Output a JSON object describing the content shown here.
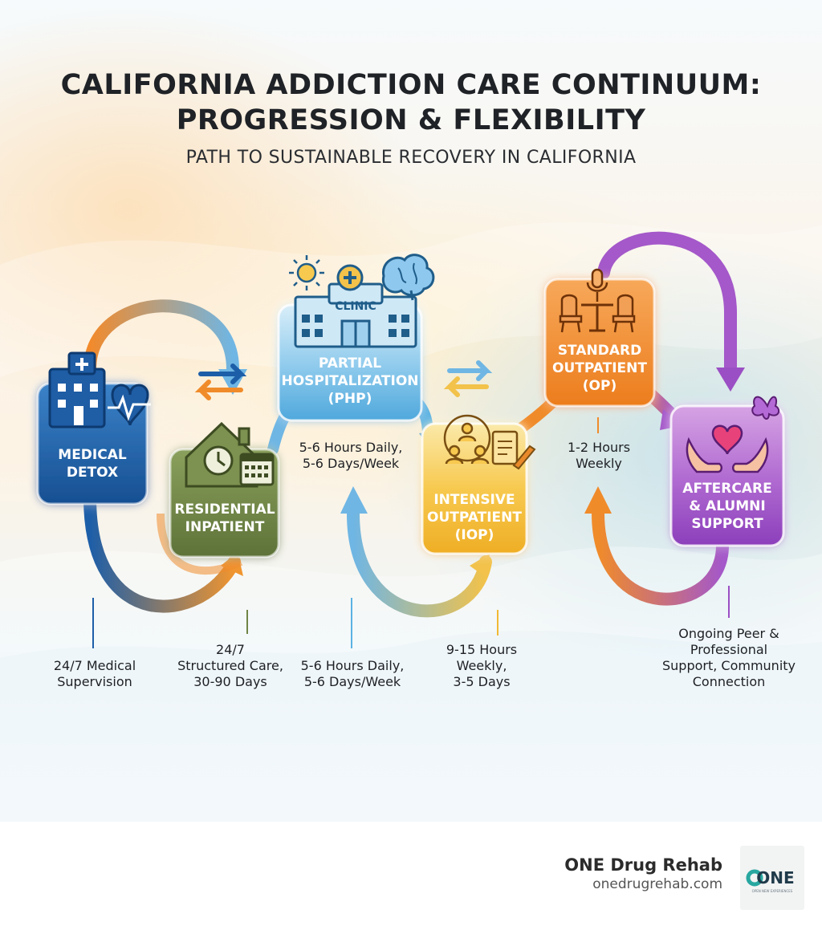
{
  "header": {
    "title_line1": "CALIFORNIA ADDICTION CARE CONTINUUM:",
    "title_line2": "PROGRESSION & FLEXIBILITY",
    "subtitle": "PATH TO SUSTAINABLE RECOVERY IN CALIFORNIA"
  },
  "stages": [
    {
      "id": "detox",
      "lines": [
        "MEDICAL",
        "DETOX"
      ],
      "color": "#1d5ea8",
      "icon": "hospital-heartbeat-icon",
      "note": [
        "24/7 Medical",
        "Supervision"
      ]
    },
    {
      "id": "residential",
      "lines": [
        "RESIDENTIAL",
        "INPATIENT"
      ],
      "color": "#6f8445",
      "icon": "house-clock-calendar-icon",
      "note": [
        "24/7",
        "Structured Care,",
        "30-90 Days"
      ]
    },
    {
      "id": "php",
      "lines": [
        "PARTIAL",
        "HOSPITALIZATION",
        "(PHP)"
      ],
      "color": "#5bb2e2",
      "icon": "clinic-building-icon",
      "sign": "CLINIC",
      "note": [
        "5-6 Hours Daily,",
        "5-6 Days/Week"
      ],
      "inline_note": [
        "5-6 Hours Daily,",
        "5-6 Days/Week"
      ]
    },
    {
      "id": "iop",
      "lines": [
        "INTENSIVE",
        "OUTPATIENT",
        "(IOP)"
      ],
      "color": "#f2b935",
      "icon": "group-notebook-icon",
      "note": [
        "9-15 Hours",
        "Weekly,",
        "3-5 Days"
      ]
    },
    {
      "id": "op",
      "lines": [
        "STANDARD",
        "OUTPATIENT",
        "(OP)"
      ],
      "color": "#f08b2a",
      "icon": "chairs-microphone-icon",
      "inline_note": [
        "1-2 Hours",
        "Weekly"
      ]
    },
    {
      "id": "aftercare",
      "lines": [
        "AFTERCARE",
        "& ALUMNI",
        "SUPPORT"
      ],
      "color": "#9b4fc4",
      "icon": "heart-hands-butterfly-icon",
      "note": [
        "Ongoing Peer &",
        "Professional",
        "Support, Community",
        "Connection"
      ]
    }
  ],
  "colors": {
    "blue": "#1d5ea8",
    "orange": "#f08b2a",
    "light_blue": "#5bb2e2",
    "yellow": "#f2b935",
    "purple": "#9b4fc4",
    "green": "#6f8445"
  },
  "footer": {
    "brand_name": "ONE Drug Rehab",
    "brand_url": "onedrugrehab.com",
    "logo_text": "ONE",
    "logo_tagline": "OPEN NEW EXPERIENCES"
  }
}
